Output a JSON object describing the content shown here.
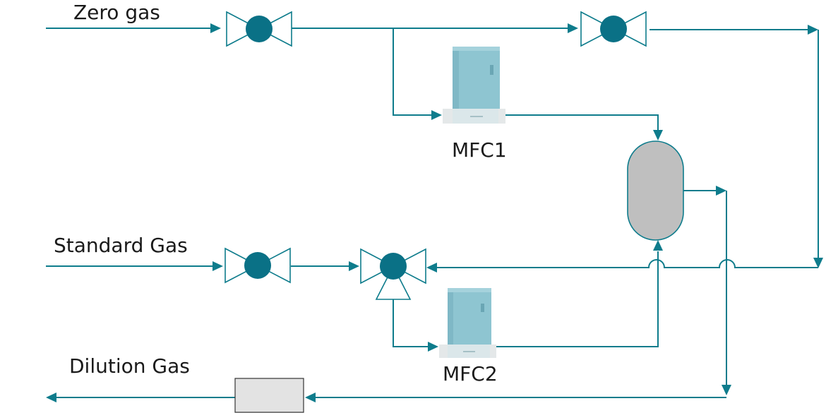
{
  "labels": {
    "zero_gas": "Zero gas",
    "standard_gas": "Standard Gas",
    "dilution_gas": "Dilution Gas",
    "mfc1": "MFC1",
    "mfc2": "MFC2"
  },
  "colors": {
    "pipe": "#0e7c8c",
    "valve_ball": "#0a7186",
    "mfc_body": "#8ec5d1",
    "tank_fill": "#bfbfbf",
    "filter_fill": "#e3e3e3"
  }
}
